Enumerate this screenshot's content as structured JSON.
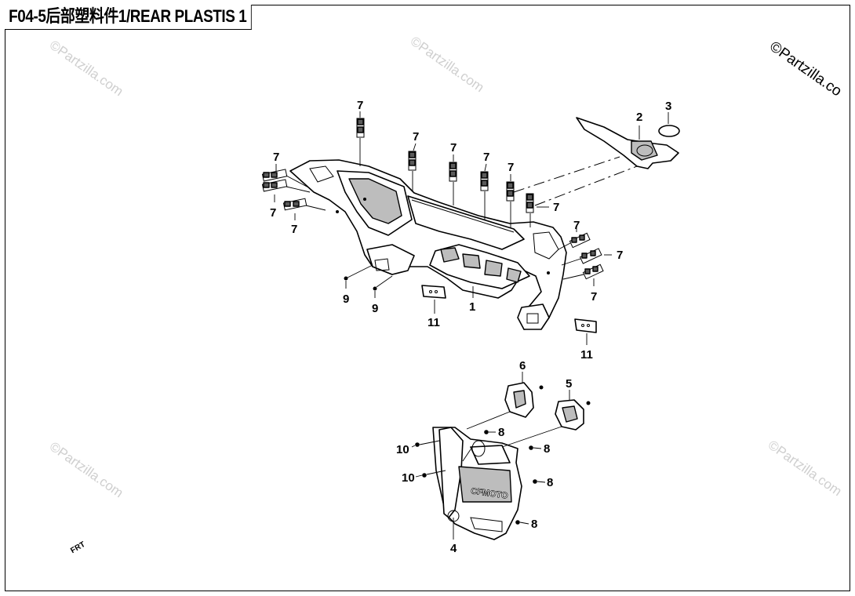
{
  "title": "F04-5后部塑料件1/REAR PLASTIS 1",
  "watermark": "©Partzilla.com",
  "watermark_edge": "©Partzilla.co",
  "callouts": {
    "c1": "1",
    "c2": "2",
    "c3": "3",
    "c4": "4",
    "c5": "5",
    "c6": "6",
    "c7": "7",
    "c8": "8",
    "c9": "9",
    "c10": "10",
    "c11": "11"
  },
  "logo_text": "CFMOTO",
  "direction_label": "FRT"
}
